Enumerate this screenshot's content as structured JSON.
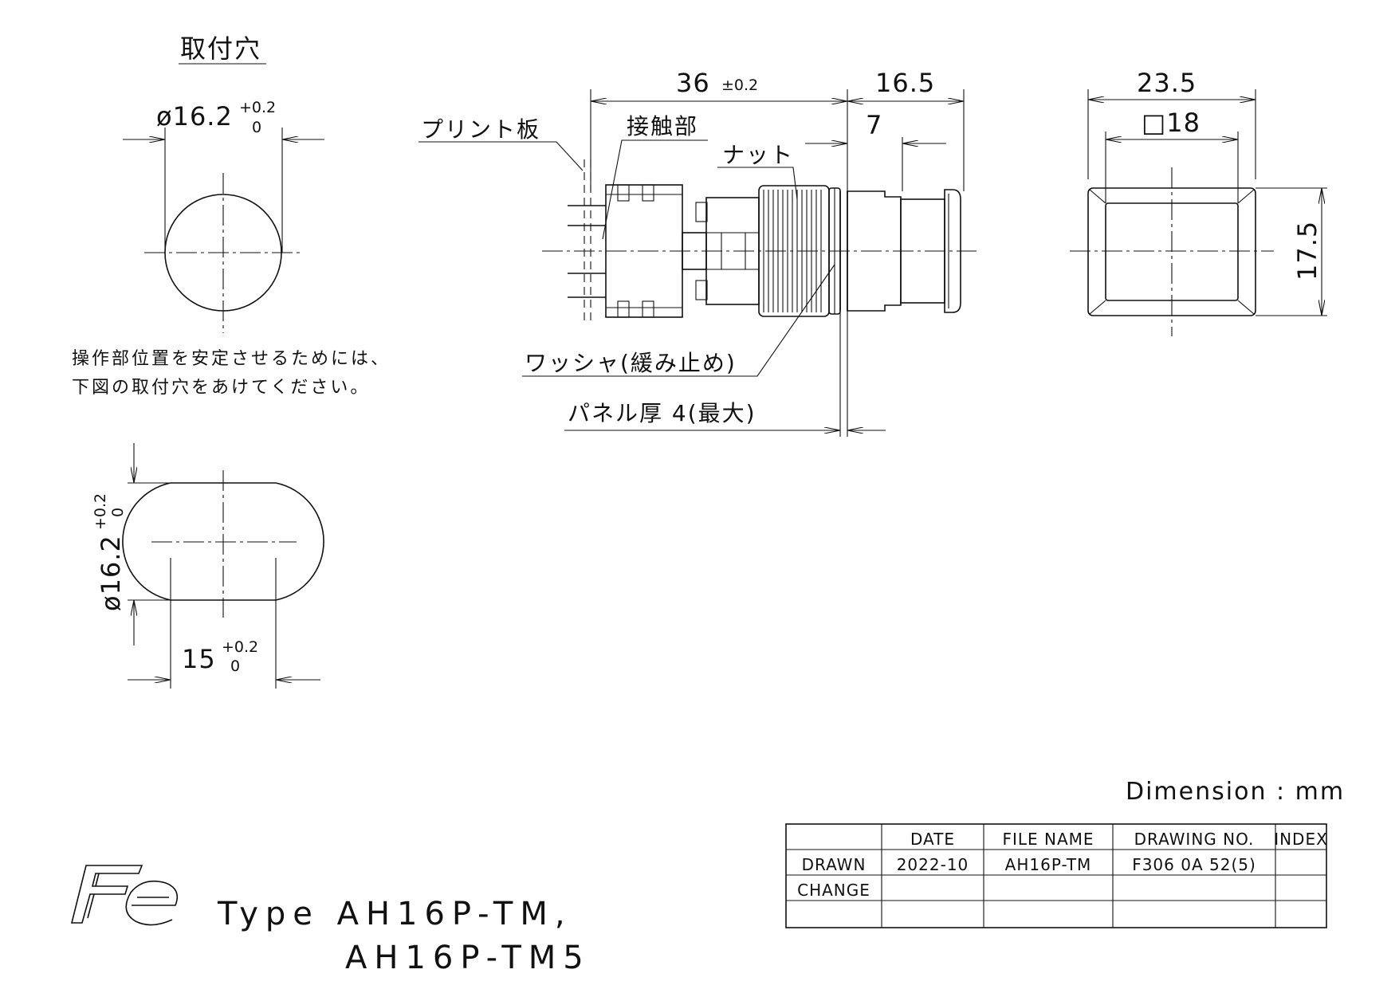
{
  "hole_section": {
    "title": "取付穴",
    "diameter": "ø16.2",
    "tol_plus": "+0.2",
    "tol_zero": "0",
    "note_line1": "操作部位置を安定させるためには、",
    "note_line2": "下図の取付穴をあけてください。"
  },
  "alt_hole": {
    "diameter": "ø16.2",
    "tol_plus": "+0.2",
    "tol_zero": "0",
    "width": "15",
    "width_tol_plus": "+0.2",
    "width_tol_zero": "0"
  },
  "side_view": {
    "dim_length": "36",
    "dim_length_tol": "±0.2",
    "dim_head": "16.5",
    "dim_seven": "7",
    "label_pcb": "プリント板",
    "label_contact": "接触部",
    "label_nut": "ナット",
    "label_washer": "ワッシャ(緩み止め)",
    "label_panel": "パネル厚 4(最大)"
  },
  "front_view": {
    "dim_width": "23.5",
    "dim_square": "□18",
    "dim_height": "17.5"
  },
  "dimension_unit": "Dimension : mm",
  "title_block": {
    "headers": [
      "",
      "DATE",
      "FILE NAME",
      "DRAWING NO.",
      "INDEX"
    ],
    "rows": [
      [
        "DRAWN",
        "2022-10",
        "AH16P-TM",
        "F306 0A 52(5)",
        ""
      ],
      [
        "CHANGE",
        "",
        "",
        "",
        ""
      ],
      [
        "",
        "",
        "",
        "",
        ""
      ]
    ]
  },
  "logo": "Fe",
  "type_line1": "Type AH16P-TM,",
  "type_line2": "AH16P-TM5"
}
